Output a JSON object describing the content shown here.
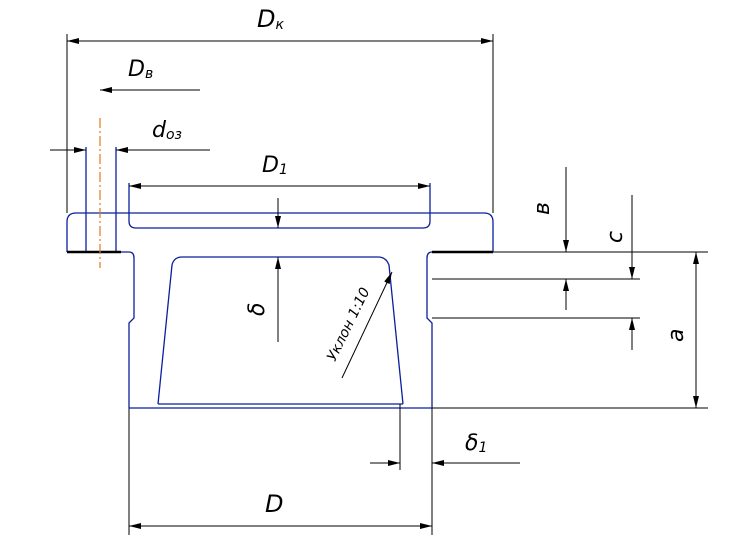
{
  "labels": {
    "dk_main": "D",
    "dk_sub": "к",
    "dv_main": "D",
    "dv_sub": "в",
    "doz_main": "d",
    "doz_sub": "оз",
    "d1_main": "D",
    "d1_sub": "1",
    "v": "в",
    "c": "c",
    "delta": "δ",
    "slope": "Уклон 1:10",
    "a": "a",
    "delta1_main": "δ",
    "delta1_sub": "1",
    "d": "D"
  },
  "colors": {
    "outline": "#0b1f9e",
    "dim": "#000000",
    "axis": "#e07a1f"
  }
}
